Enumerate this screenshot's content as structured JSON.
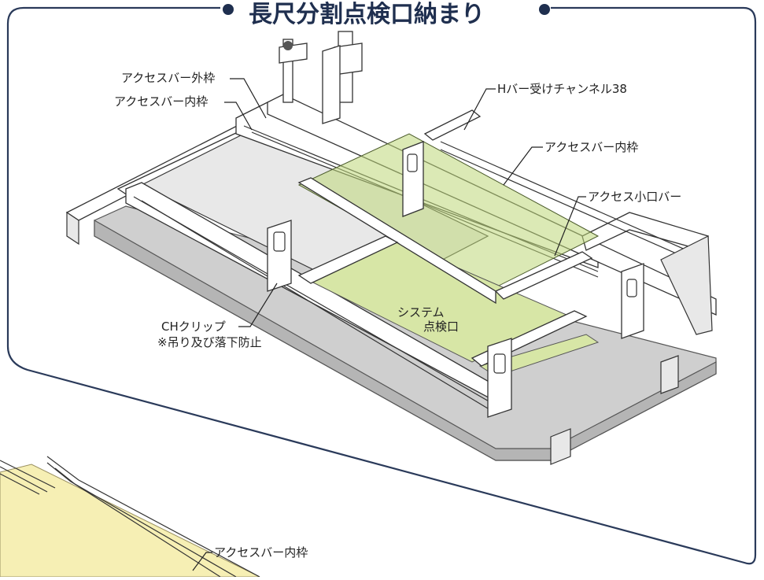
{
  "title": "長尺分割点検口納まり",
  "labels": {
    "access_bar_outer": "アクセスバー外枠",
    "access_bar_inner_left": "アクセスバー内枠",
    "h_bar_channel": "Hバー受けチャンネル38",
    "access_bar_inner_right": "アクセスバー内枠",
    "access_small_bar": "アクセス小口バー",
    "system_line1": "システム",
    "system_line2": "点検口",
    "ch_clip_line1": "CHクリップ",
    "ch_clip_line2": "※吊り及び落下防止",
    "access_bar_inner_bottom": "アクセスバー内枠"
  },
  "colors": {
    "title_text": "#1f2f4f",
    "panel_border": "#2a3a5a",
    "inspection_panel_green": "#d7e6a6",
    "ceiling_gray": "#cfcfcf",
    "lower_panel_yellow": "#f6efb4"
  }
}
